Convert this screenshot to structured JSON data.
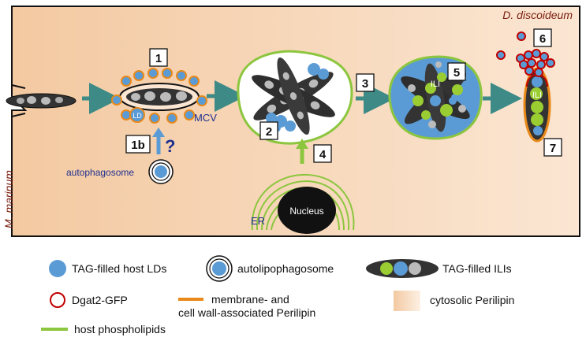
{
  "diagram": {
    "organism_label": "D. discoideum",
    "bacterium_label": "M. marinum",
    "step_labels": [
      "1",
      "1b",
      "2",
      "3",
      "4",
      "5",
      "6",
      "7"
    ],
    "question_mark": "?",
    "labels": {
      "ld": "LD",
      "mcv": "MCV",
      "autophagosome": "autophagosome",
      "er": "ER",
      "nucleus": "Nucleus",
      "ili_5": "ILI",
      "ili_7": "ILI"
    }
  },
  "legend": {
    "items": [
      {
        "label": "TAG-filled host LDs"
      },
      {
        "label": "autolipophagosome"
      },
      {
        "label": "TAG-filled ILIs"
      },
      {
        "label": "Dgat2-GFP"
      },
      {
        "label": "membrane- and"
      },
      {
        "label": "cell wall-associated Perilipin"
      },
      {
        "label": "cytosolic Perilipin"
      },
      {
        "label": "host phospholipids"
      }
    ]
  },
  "colors": {
    "lipid_droplet_blue": "#5b9bd5",
    "ili_green": "#9acd32",
    "perilipin_orange": "#e8891a",
    "dgat2_red": "#c00000",
    "phospholipid_green": "#8cc63f",
    "bacterium_dark": "#333333",
    "cytosol_peach": "#f7cfa8",
    "arrow_teal": "#3d8a86",
    "mcv_blue_text": "#1f2f8f"
  }
}
